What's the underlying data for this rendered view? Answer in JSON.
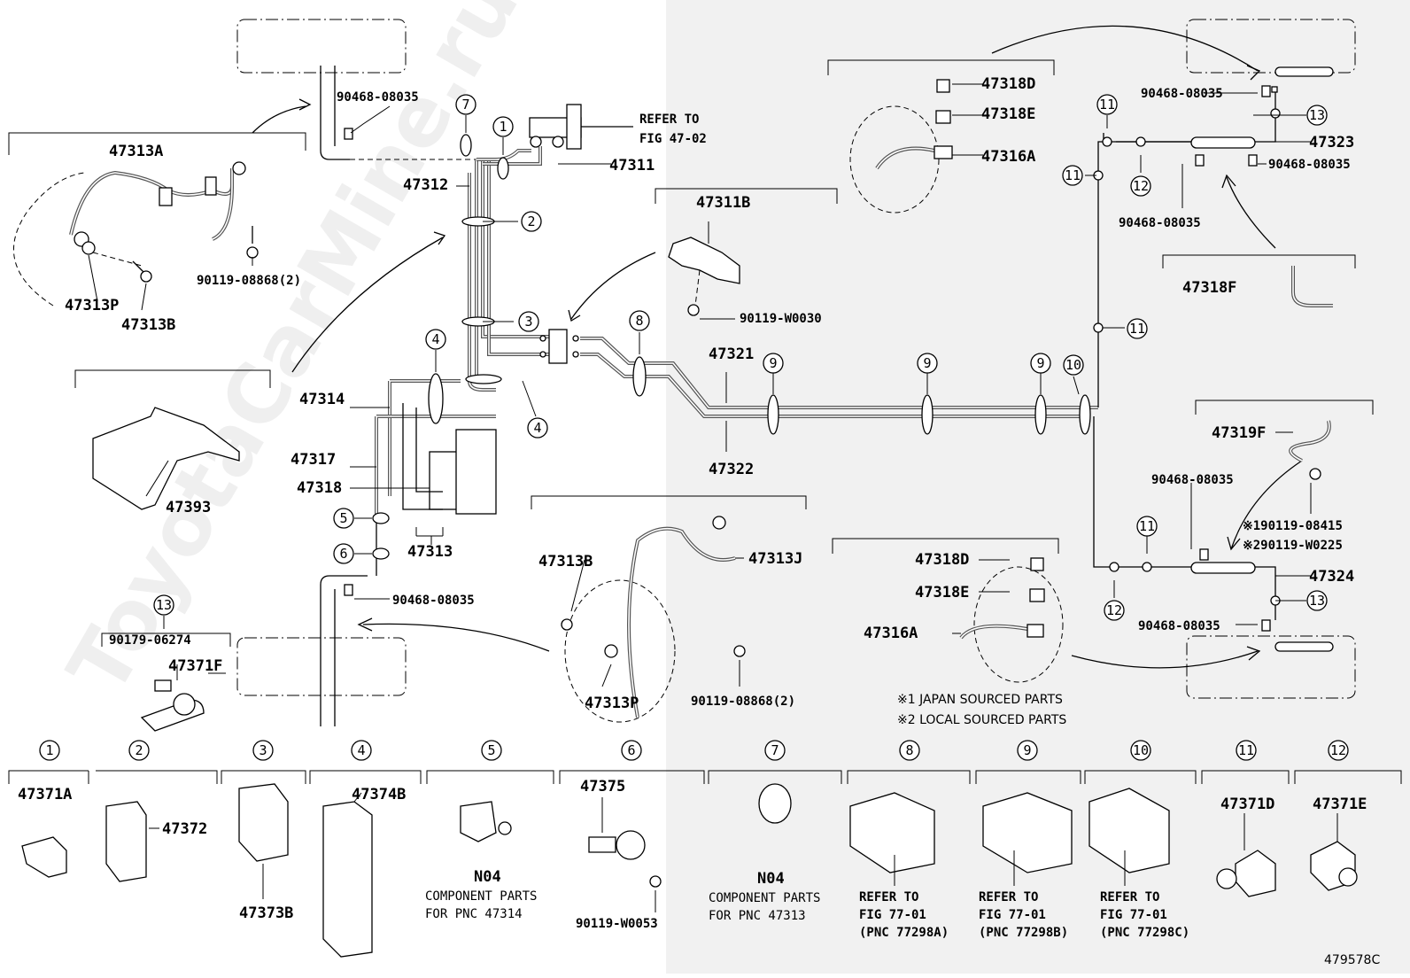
{
  "diagram_id": "479578C",
  "watermark": "ToyotaCarMine.ru",
  "refer": {
    "line1": "REFER TO",
    "line2": "FIG 47-02"
  },
  "notes": [
    "※1 JAPAN SOURCED PARTS",
    "※2 LOCAL SOURCED PARTS"
  ],
  "callouts": [
    {
      "id": "c-47313a",
      "text": "47313A"
    },
    {
      "id": "c-47313p-a",
      "text": "47313P"
    },
    {
      "id": "c-47313b-a",
      "text": "47313B"
    },
    {
      "id": "c-90119-08868-a",
      "text": "90119-08868(2)"
    },
    {
      "id": "c-90468-08035-a",
      "text": "90468-08035"
    },
    {
      "id": "c-47312",
      "text": "47312"
    },
    {
      "id": "c-47311",
      "text": "47311"
    },
    {
      "id": "c-47311b",
      "text": "47311B"
    },
    {
      "id": "c-90119-w0030",
      "text": "90119-W0030"
    },
    {
      "id": "c-47314",
      "text": "47314"
    },
    {
      "id": "c-47317",
      "text": "47317"
    },
    {
      "id": "c-47318",
      "text": "47318"
    },
    {
      "id": "c-47313",
      "text": "47313"
    },
    {
      "id": "c-47393",
      "text": "47393"
    },
    {
      "id": "c-90468-08035-b",
      "text": "90468-08035"
    },
    {
      "id": "c-90179-06274",
      "text": "90179-06274"
    },
    {
      "id": "c-47371f",
      "text": "47371F"
    },
    {
      "id": "c-47313b-b",
      "text": "47313B"
    },
    {
      "id": "c-47313j",
      "text": "47313J"
    },
    {
      "id": "c-47313p-b",
      "text": "47313P"
    },
    {
      "id": "c-90119-08868-b",
      "text": "90119-08868(2)"
    },
    {
      "id": "c-47321",
      "text": "47321"
    },
    {
      "id": "c-47322",
      "text": "47322"
    },
    {
      "id": "c-47318d-a",
      "text": "47318D"
    },
    {
      "id": "c-47318e-a",
      "text": "47318E"
    },
    {
      "id": "c-47316a-a",
      "text": "47316A"
    },
    {
      "id": "c-90468-08035-c",
      "text": "90468-08035"
    },
    {
      "id": "c-47323",
      "text": "47323"
    },
    {
      "id": "c-90468-08035-d",
      "text": "90468-08035"
    },
    {
      "id": "c-90468-08035-e",
      "text": "90468-08035"
    },
    {
      "id": "c-47318f",
      "text": "47318F"
    },
    {
      "id": "c-47319f",
      "text": "47319F"
    },
    {
      "id": "c-90468-08035-f",
      "text": "90468-08035"
    },
    {
      "id": "c-90119-08415",
      "text": "※190119-08415"
    },
    {
      "id": "c-90119-w0225",
      "text": "※290119-W0225"
    },
    {
      "id": "c-47324",
      "text": "47324"
    },
    {
      "id": "c-90468-08035-g",
      "text": "90468-08035"
    },
    {
      "id": "c-47318d-b",
      "text": "47318D"
    },
    {
      "id": "c-47318e-b",
      "text": "47318E"
    },
    {
      "id": "c-47316a-b",
      "text": "47316A"
    }
  ],
  "circle_nums": {
    "n1": "1",
    "n2": "2",
    "n3": "3",
    "n4": "4",
    "n5": "5",
    "n6": "6",
    "n7": "7",
    "n8": "8",
    "n9": "9",
    "n10": "10",
    "n11": "11",
    "n12": "12",
    "n13": "13"
  },
  "legend": [
    {
      "num": "1",
      "part": "47371A",
      "desc": []
    },
    {
      "num": "2",
      "part": "47372",
      "desc": []
    },
    {
      "num": "3",
      "part": "47373B",
      "desc": []
    },
    {
      "num": "4",
      "part": "47374B",
      "desc": []
    },
    {
      "num": "5",
      "part": "N04",
      "desc": [
        "COMPONENT PARTS",
        "FOR PNC 47314"
      ]
    },
    {
      "num": "6",
      "part": "47375",
      "desc": [
        "90119-W0053"
      ]
    },
    {
      "num": "7",
      "part": "N04",
      "desc": [
        "COMPONENT PARTS",
        "FOR PNC 47313"
      ]
    },
    {
      "num": "8",
      "part": "REFER TO",
      "desc": [
        "FIG 77-01",
        "(PNC 77298A)"
      ]
    },
    {
      "num": "9",
      "part": "REFER TO",
      "desc": [
        "FIG 77-01",
        "(PNC 77298B)"
      ]
    },
    {
      "num": "10",
      "part": "REFER TO",
      "desc": [
        "FIG 77-01",
        "(PNC 77298C)"
      ]
    },
    {
      "num": "11",
      "part": "47371D",
      "desc": []
    },
    {
      "num": "12",
      "part": "47371E",
      "desc": []
    }
  ]
}
